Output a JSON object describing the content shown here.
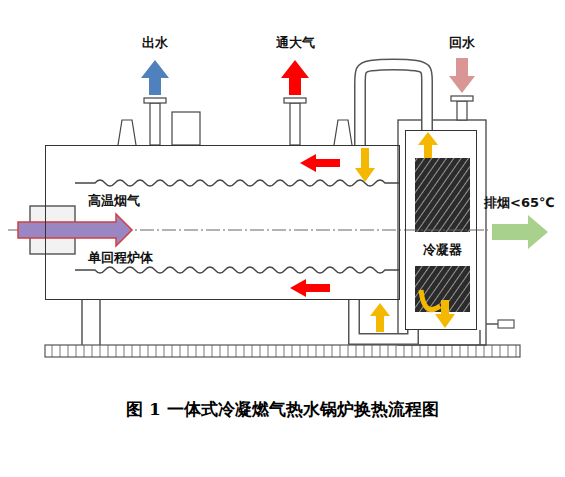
{
  "diagram": {
    "caption": "图 1 一体式冷凝燃气热水锅炉换热流程图",
    "nodes": [
      {
        "text": [
          "高温烟气",
          "单回程炉体"
        ]
      },
      {
        "text": [
          "冷凝器"
        ]
      }
    ],
    "edges": [
      {
        "from": 1,
        "to": 0,
        "arrow": "none"
      },
      {
        "from": 1,
        "to": 0,
        "arrow": "none"
      }
    ],
    "labels": [
      "出水",
      "通大气",
      "回水",
      "排烟<65℃"
    ]
  }
}
